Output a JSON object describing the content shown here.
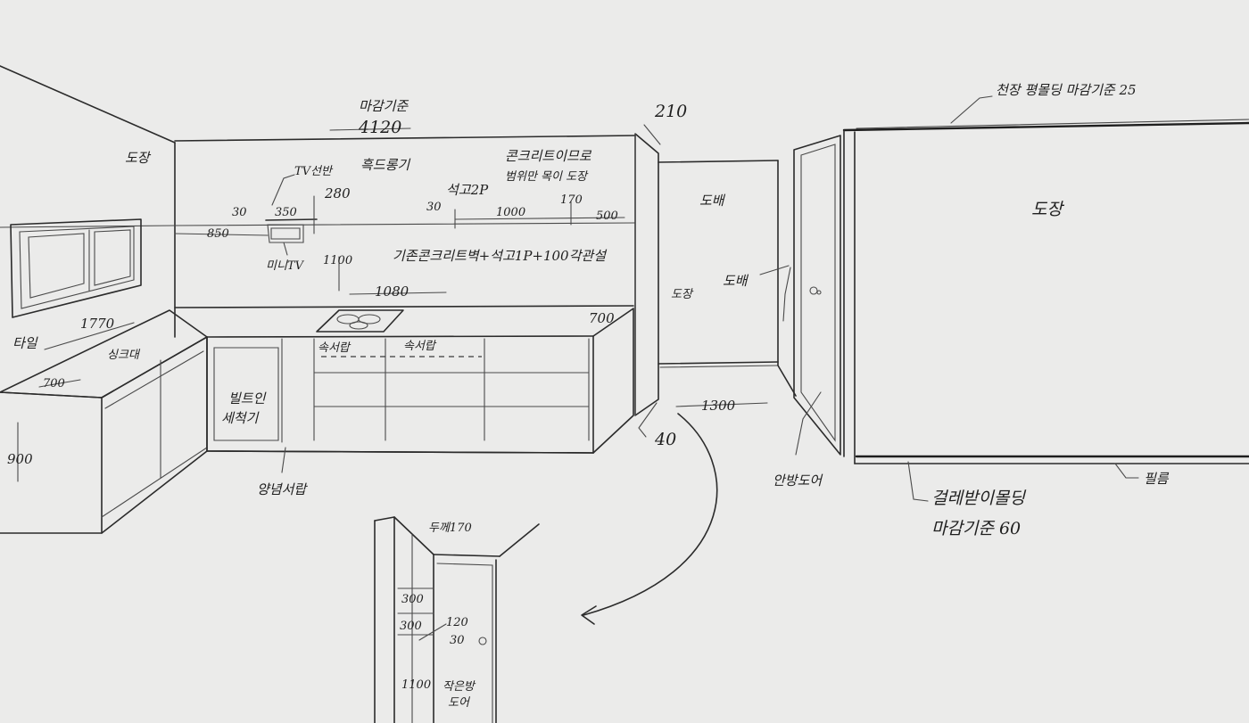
{
  "sketch": {
    "ceiling_finish_height": "마감기준",
    "ceiling_width": "4120",
    "wall_thickness_top": "210",
    "molding_note": "천장 평몰딩 마감기준 25",
    "paint_left_wall": "도장",
    "tv_shelf": "TV선반",
    "front_note": "흑드롱기",
    "paint_right_wall": "도장",
    "concrete_note": "콘크리트이므로",
    "concrete_note_2": "범위만 목이 도장",
    "dim_30_a": "30",
    "dim_350": "350",
    "dim_280": "280",
    "dim_30_b": "30",
    "plaster_note": "석고2P",
    "dim_1000": "1000",
    "dim_170": "170",
    "dim_500": "500",
    "dim_850": "850",
    "mini_tv": "미니TV",
    "dim_1100": "1100",
    "wall_build": "기존콘크리트벽+석고1P+100각관설",
    "dim_1080": "1080",
    "wallpaper_corridor": "도배",
    "wallpaper_side": "도배",
    "paint_column": "도장",
    "tile_label": "타일",
    "dim_1770": "1770",
    "sink_label": "싱크대",
    "dim_700_left": "700",
    "dim_700_right": "700",
    "dim_900": "900",
    "drawer_1": "속서랍",
    "drawer_2": "속서랍",
    "builtin_dishwasher": "빌트인",
    "dishwasher_2": "세척기",
    "cabinet_bottom": "양념서랍",
    "dim_1300": "1300",
    "dim_40": "40",
    "door_label": "안방도어",
    "baseboard_note": "걸레받이몰딩",
    "baseboard_note_2": "마감기준 60",
    "film_label": "필름",
    "inset_thickness": "두께170",
    "inset_300_a": "300",
    "inset_300_b": "300",
    "inset_120": "120",
    "inset_30": "30",
    "inset_1100": "1100",
    "inset_door_1": "작은방",
    "inset_door_2": "도어"
  }
}
